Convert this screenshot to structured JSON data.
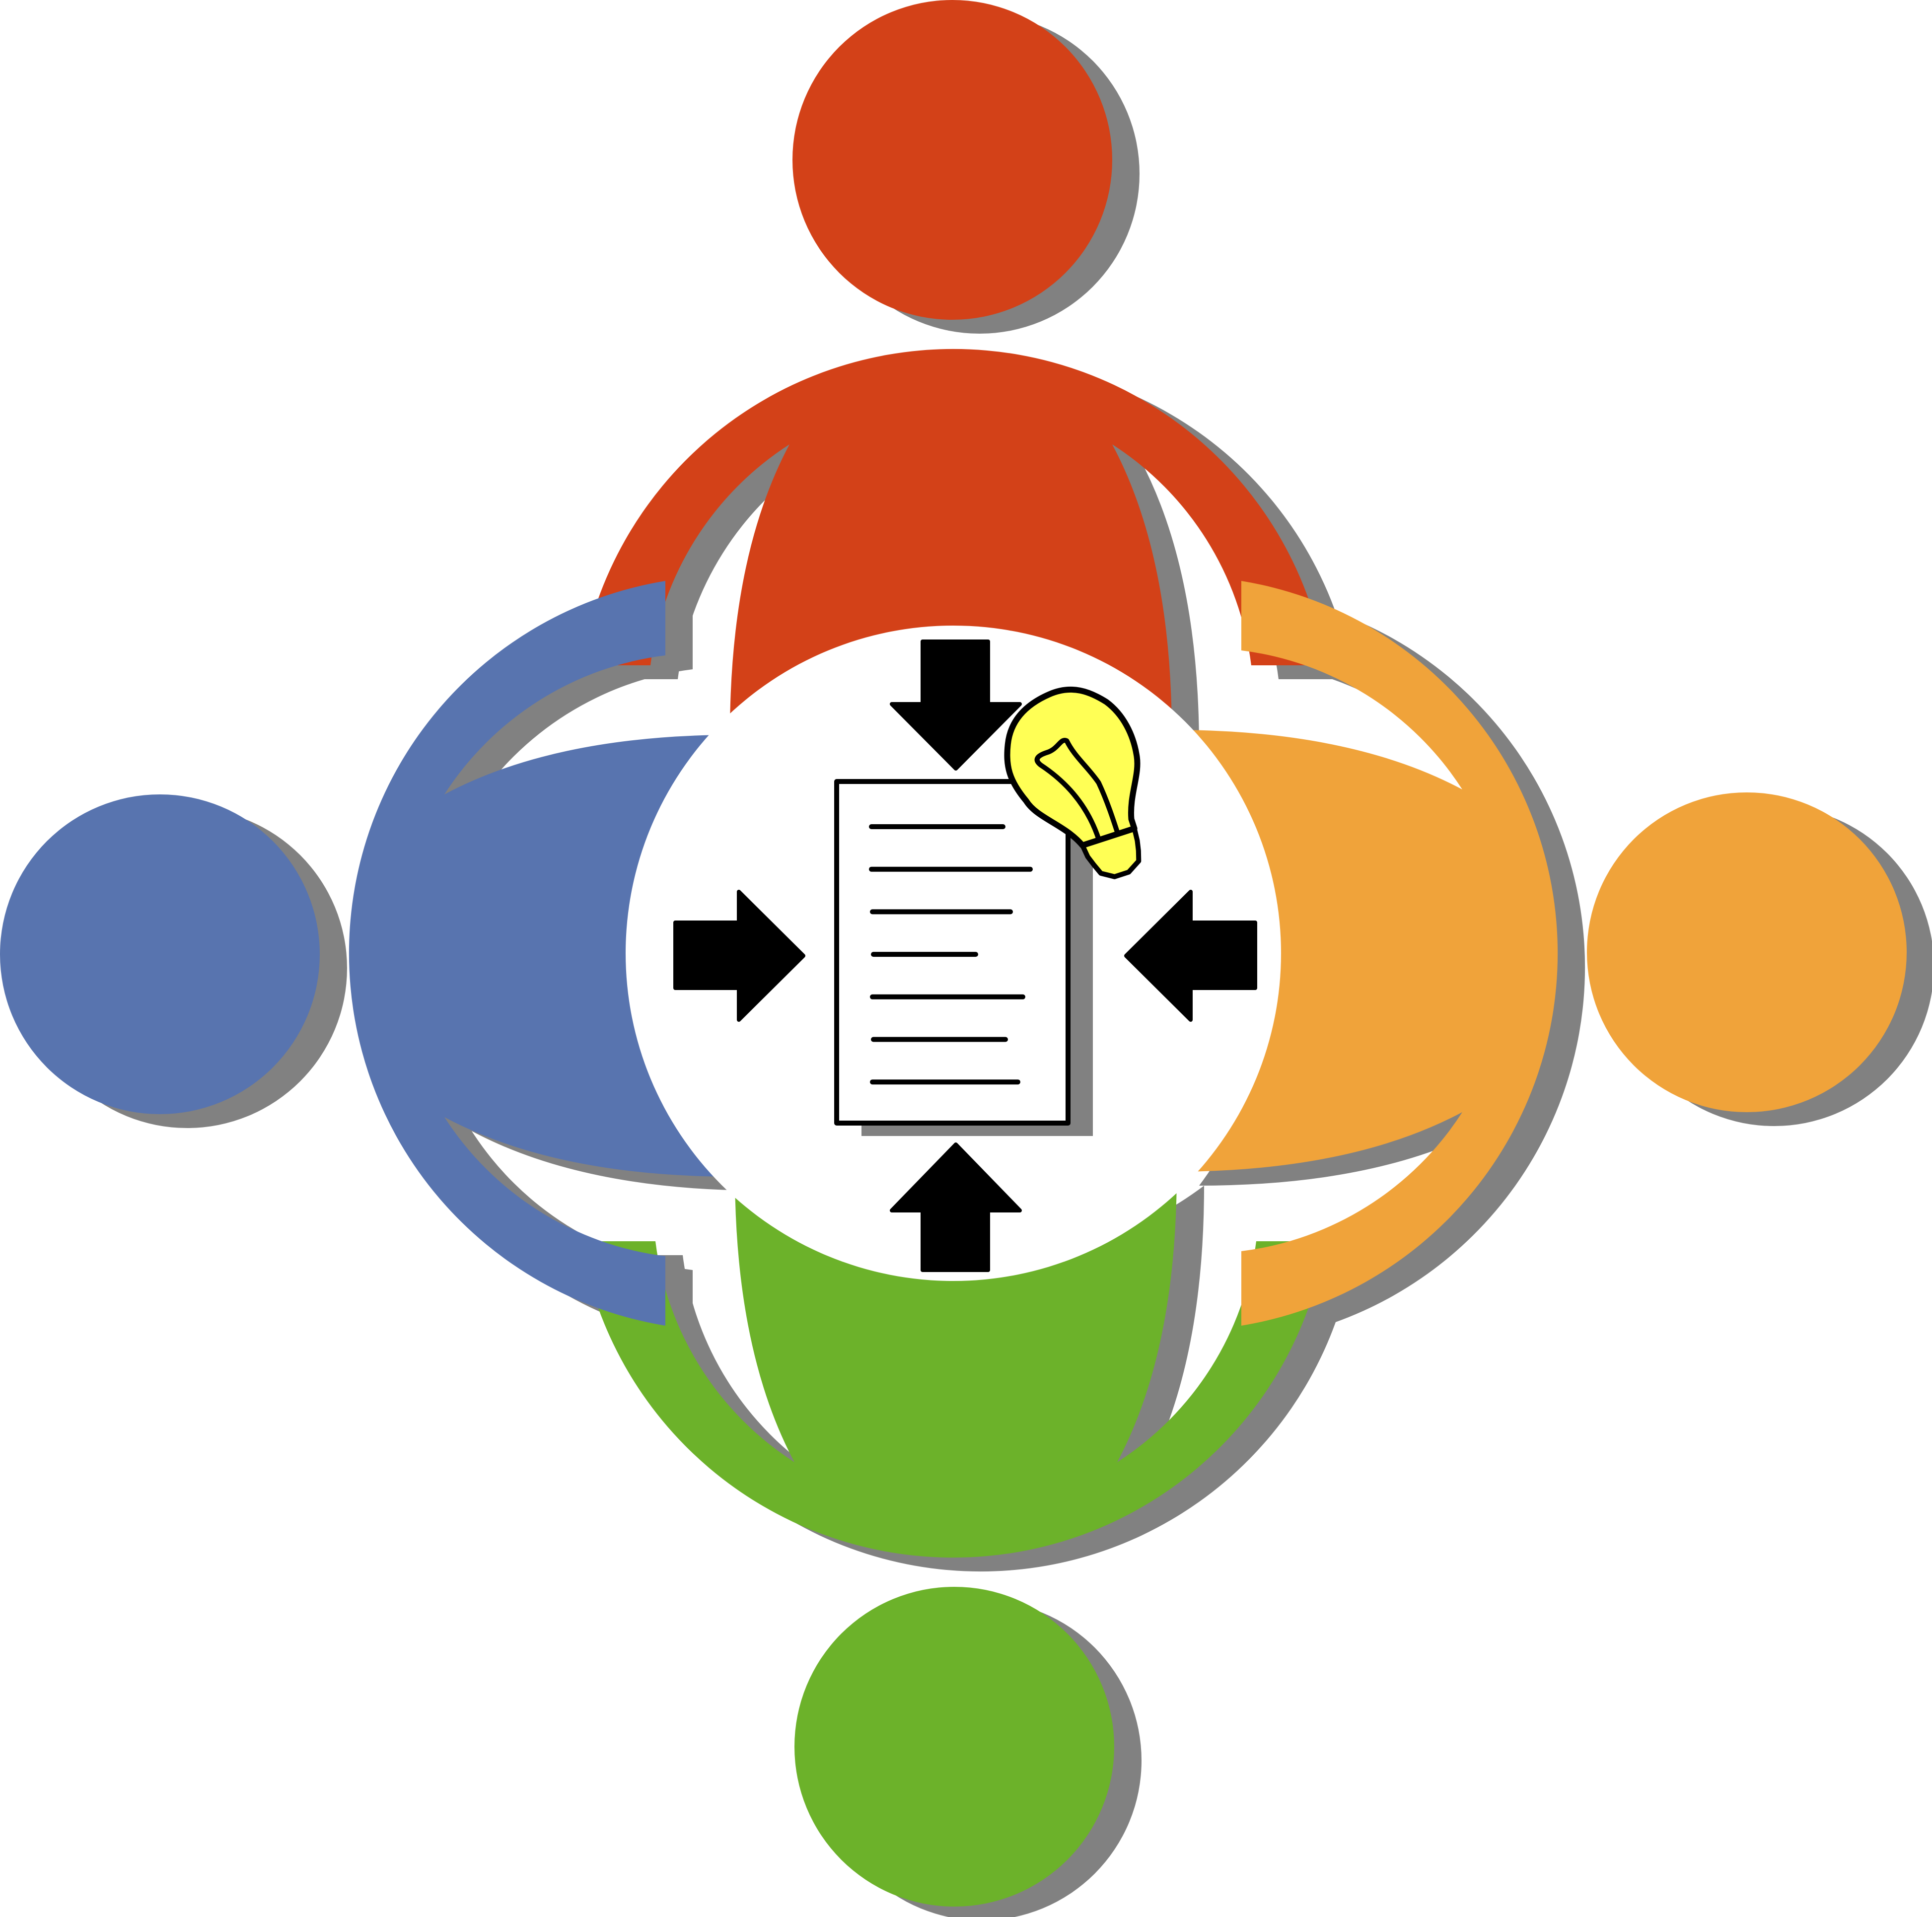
{
  "diagram": {
    "people": [
      {
        "id": "top",
        "color": "#d34118"
      },
      {
        "id": "left",
        "color": "#5874af"
      },
      {
        "id": "right",
        "color": "#f0a33a"
      },
      {
        "id": "bottom",
        "color": "#6cb22a"
      }
    ],
    "shadow_color": "#818181",
    "arrow_color": "#000000",
    "document": {
      "line_count": 7
    },
    "lightbulb": {
      "fill": "#ffff55",
      "outline": "#000000"
    },
    "icons": [
      "people-circle",
      "arrow-icon",
      "document-icon",
      "lightbulb-icon"
    ]
  }
}
